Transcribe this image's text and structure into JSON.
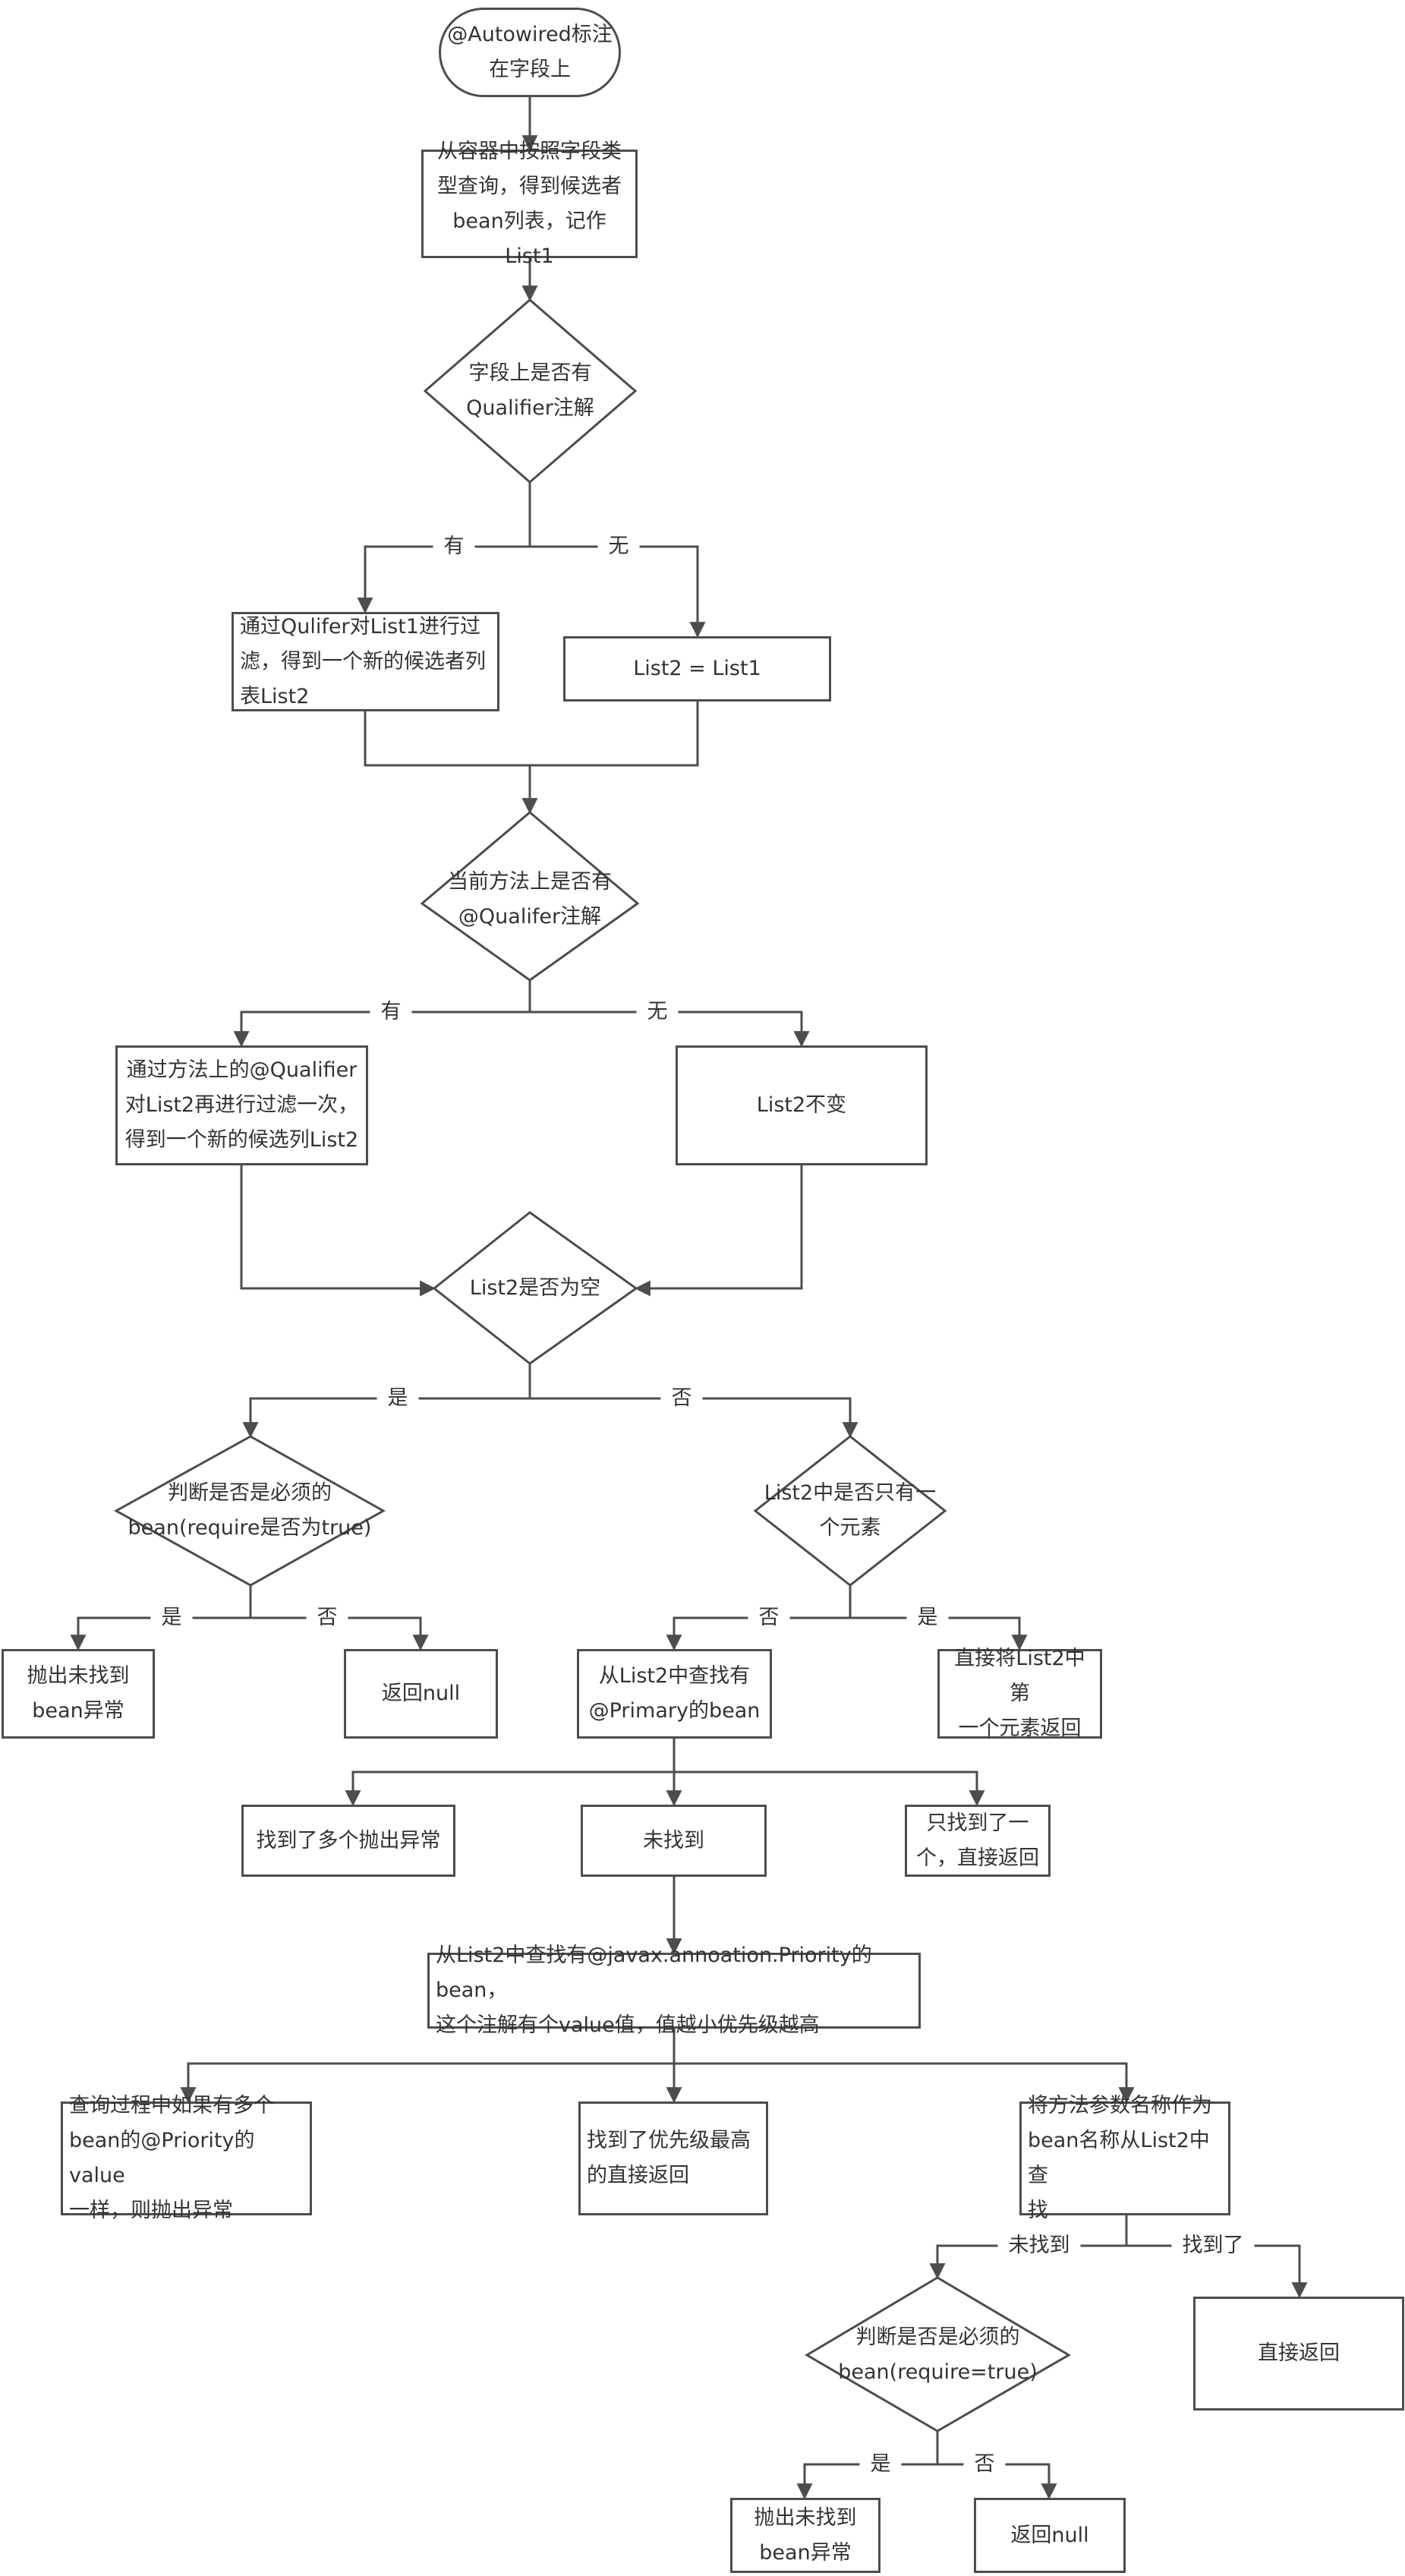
{
  "nodes": {
    "start": "@Autowired标注\n在字段上",
    "query_by_type": "从容器中按照字段类\n型查询，得到候选者\nbean列表，记作List1",
    "field_has_qualifier": "字段上是否有\nQualifier注解",
    "filter_by_qualifier": "通过Qulifer对List1进行过\n滤，得到一个新的候选者列\n表List2",
    "list2_eq_list1": "List2 = List1",
    "method_has_qualifier": "当前方法上是否有\n@Qualifer注解",
    "filter_by_method_qualifier": "通过方法上的@Qualifier\n对List2再进行过滤一次，\n得到一个新的候选列List2",
    "list2_unchanged": "List2不变",
    "list2_empty": "List2是否为空",
    "is_required_1": "判断是否是必须的\nbean(require是否为true)",
    "list2_single": "List2中是否只有一\n个元素",
    "throw_not_found_1": "抛出未找到\nbean异常",
    "return_null_1": "返回null",
    "find_primary": "从List2中查找有\n@Primary的bean",
    "return_first": "直接将List2中第\n一个元素返回",
    "primary_multiple": "找到了多个抛出异常",
    "primary_not_found": "未找到",
    "primary_single": "只找到了一\n个，直接返回",
    "find_priority": "从List2中查找有@javax.annoation.Priority的bean，\n这个注解有个value值，值越小优先级越高",
    "priority_same": "查询过程中如果有多个\nbean的@Priority的value\n一样，则抛出异常",
    "priority_highest": "找到了优先级最高\n的直接返回",
    "find_by_name": "将方法参数名称作为\nbean名称从List2中查\n找",
    "is_required_2": "判断是否是必须的\nbean(require=true)",
    "return_direct": "直接返回",
    "throw_not_found_2": "抛出未找到\nbean异常",
    "return_null_2": "返回null"
  },
  "edge_labels": {
    "has_1": "有",
    "none_1": "无",
    "has_2": "有",
    "none_2": "无",
    "yes_1": "是",
    "no_1": "否",
    "yes_2": "是",
    "no_2": "否",
    "no_3": "否",
    "yes_3": "是",
    "not_found": "未找到",
    "found": "找到了",
    "yes_4": "是",
    "no_4": "否"
  },
  "colors": {
    "line": "#4d4d4d",
    "text": "#333333",
    "background": "#ffffff"
  }
}
